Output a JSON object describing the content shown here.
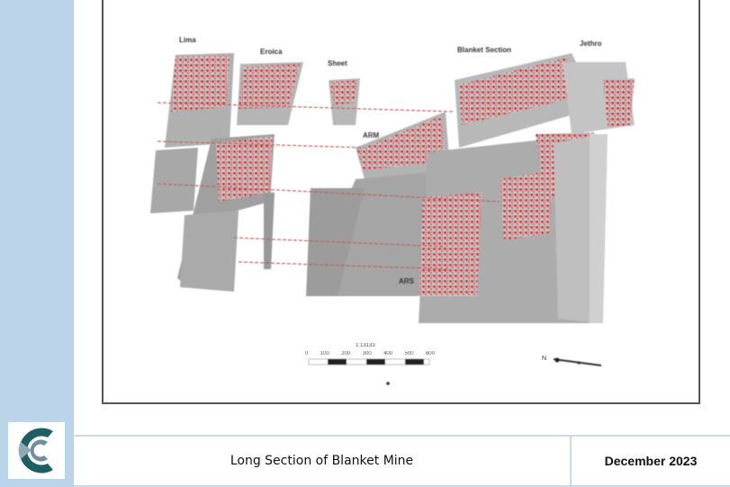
{
  "figure": {
    "labels": {
      "lima": "Lima",
      "eroica": "Eroica",
      "sheet": "Sheet",
      "blanket_section": "Blanket Section",
      "jethro": "Jethro",
      "arm": "ARM",
      "ars": "ARS"
    },
    "scale_bar": {
      "ratio": "1:13133",
      "ticks": [
        "0",
        "100",
        "200",
        "300",
        "400",
        "500",
        "600"
      ]
    },
    "north_arrow": "N",
    "colors": {
      "ore_red": "#d8262b",
      "stope_grey": "#a8a8a8",
      "frame": "#555555"
    }
  },
  "footer": {
    "title": "Long Section of Blanket Mine",
    "date": "December 2023"
  },
  "theme": {
    "sidebar_color": "#bcd4ea",
    "logo_dark": "#1f5f63",
    "logo_light": "#8fa9b8"
  }
}
